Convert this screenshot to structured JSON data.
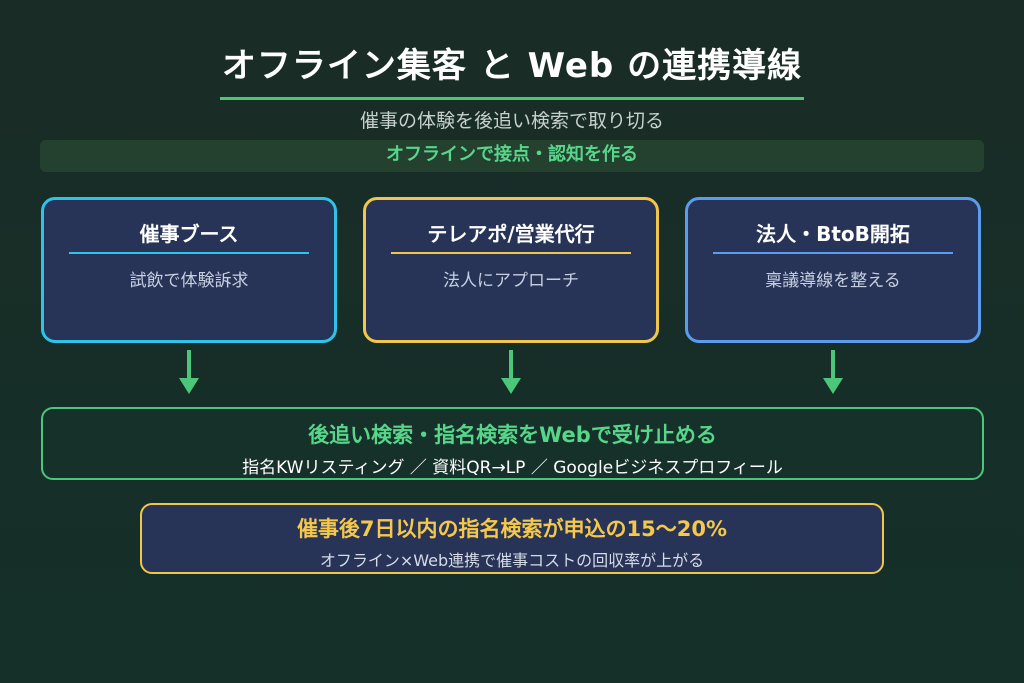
{
  "header": {
    "title": "オフライン集客 と Web の連携導線",
    "subtitle": "催事の体験を後追い検索で取り切る"
  },
  "banner": {
    "label": "オフラインで接点・認知を作る"
  },
  "cards": [
    {
      "title": "催事ブース",
      "desc": "試飲で体験訴求"
    },
    {
      "title": "テレアポ/営業代行",
      "desc": "法人にアプローチ"
    },
    {
      "title": "法人・BtoB開拓",
      "desc": "稟議導線を整える"
    }
  ],
  "web": {
    "title": "後追い検索・指名検索をWebで受け止める",
    "detail": "指名KWリスティング ／ 資料QR→LP ／ Googleビジネスプロフィール"
  },
  "result": {
    "title": "催事後7日以内の指名検索が申込の15〜20%",
    "subtitle": "オフライン×Web連携で催事コストの回収率が上がる"
  },
  "colors": {
    "accent_green": "#4cc77a",
    "card_1_border": "#2ec4e8",
    "card_2_border": "#f0c74a",
    "card_3_border": "#5a9cf0",
    "highlight_yellow": "#f5c84a"
  }
}
